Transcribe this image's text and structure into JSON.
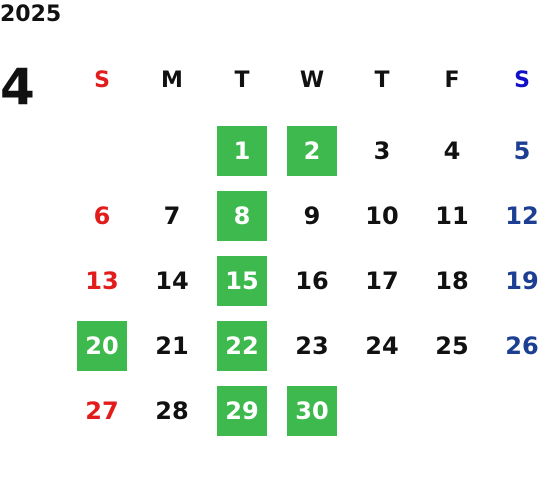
{
  "year": "2025",
  "month": "4",
  "weekdays": [
    "S",
    "M",
    "T",
    "W",
    "T",
    "F",
    "S"
  ],
  "colors": {
    "sunday": "#e21b1b",
    "saturday": "#1c3f94",
    "saturday_header": "#1010c8",
    "highlight": "#3db94e",
    "text": "#111111"
  },
  "first_weekday": 2,
  "days_in_month": 30,
  "highlighted_days": [
    1,
    2,
    8,
    15,
    20,
    22,
    29,
    30
  ]
}
